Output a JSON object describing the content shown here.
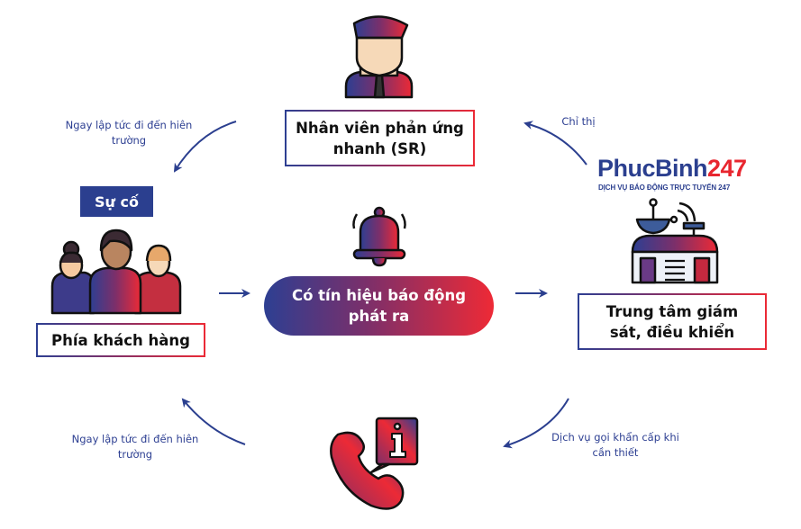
{
  "nodes": {
    "responder": {
      "label": "Nhân viên phản ứng nhanh (SR)",
      "icon": "security-guard-icon"
    },
    "customer": {
      "label": "Phía khách hàng",
      "icon": "people-group-icon",
      "badge": "Sự cố"
    },
    "alarm": {
      "label": "Có tín hiệu báo động phát ra",
      "icon": "ringing-bell-icon"
    },
    "center": {
      "label": "Trung tâm giám sát, điều khiển",
      "icon": "monitoring-station-icon"
    },
    "call": {
      "icon": "phone-info-icon"
    }
  },
  "logo": {
    "brand_blue": "PhucBinh",
    "brand_red": "247",
    "tagline": "DỊCH VỤ BÁO ĐỘNG TRỰC TUYẾN 247"
  },
  "edges": {
    "responder_to_customer": {
      "label": "Ngay lập tức đi đến hiên trường"
    },
    "center_to_responder": {
      "label": "Chỉ thị"
    },
    "call_to_customer": {
      "label": "Ngay lập tức đi đến hiên trường"
    },
    "center_to_call": {
      "label": "Dịch vụ gọi khẩn cấp khi cần thiết"
    }
  },
  "colors": {
    "blue": "#2b3f8f",
    "red": "#e8262f",
    "purple": "#7c2f6a"
  }
}
